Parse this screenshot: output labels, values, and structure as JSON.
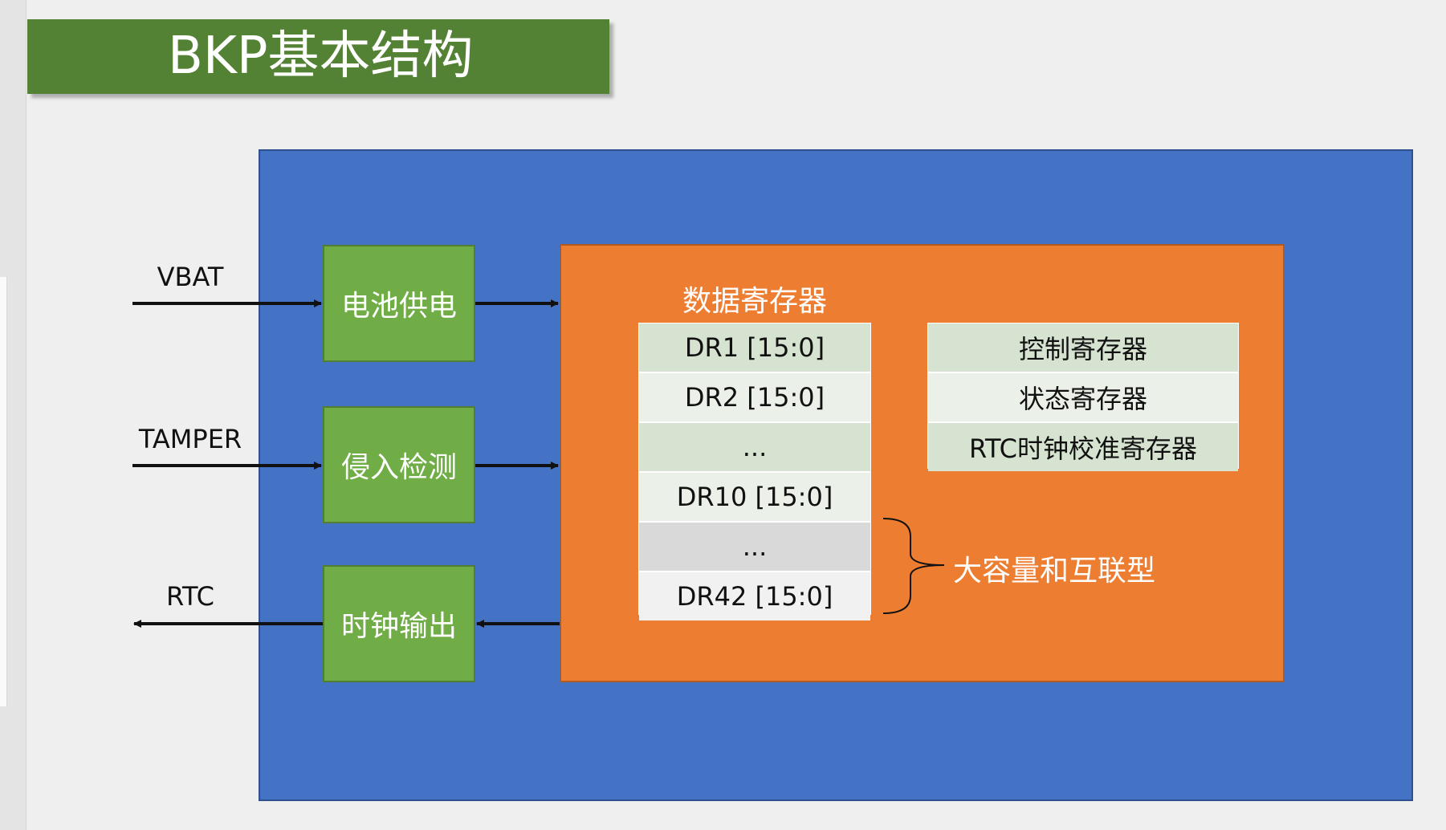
{
  "title": "BKP基本结构",
  "signals": {
    "vbat": "VBAT",
    "tamper": "TAMPER",
    "rtc": "RTC"
  },
  "blocks": {
    "battery_supply": "电池供电",
    "tamper_detect": "侵入检测",
    "clock_output": "时钟输出"
  },
  "data_registers": {
    "title": "数据寄存器",
    "rows": [
      "DR1 [15:0]",
      "DR2 [15:0]",
      "...",
      "DR10 [15:0]",
      "...",
      "DR42 [15:0]"
    ]
  },
  "other_registers": [
    "控制寄存器",
    "状态寄存器",
    "RTC时钟校准寄存器"
  ],
  "brace_note": "大容量和互联型",
  "colors": {
    "title_banner": "#548235",
    "outer_box": "#4472c4",
    "orange_box": "#ed7d31",
    "function_block": "#70ad47"
  }
}
